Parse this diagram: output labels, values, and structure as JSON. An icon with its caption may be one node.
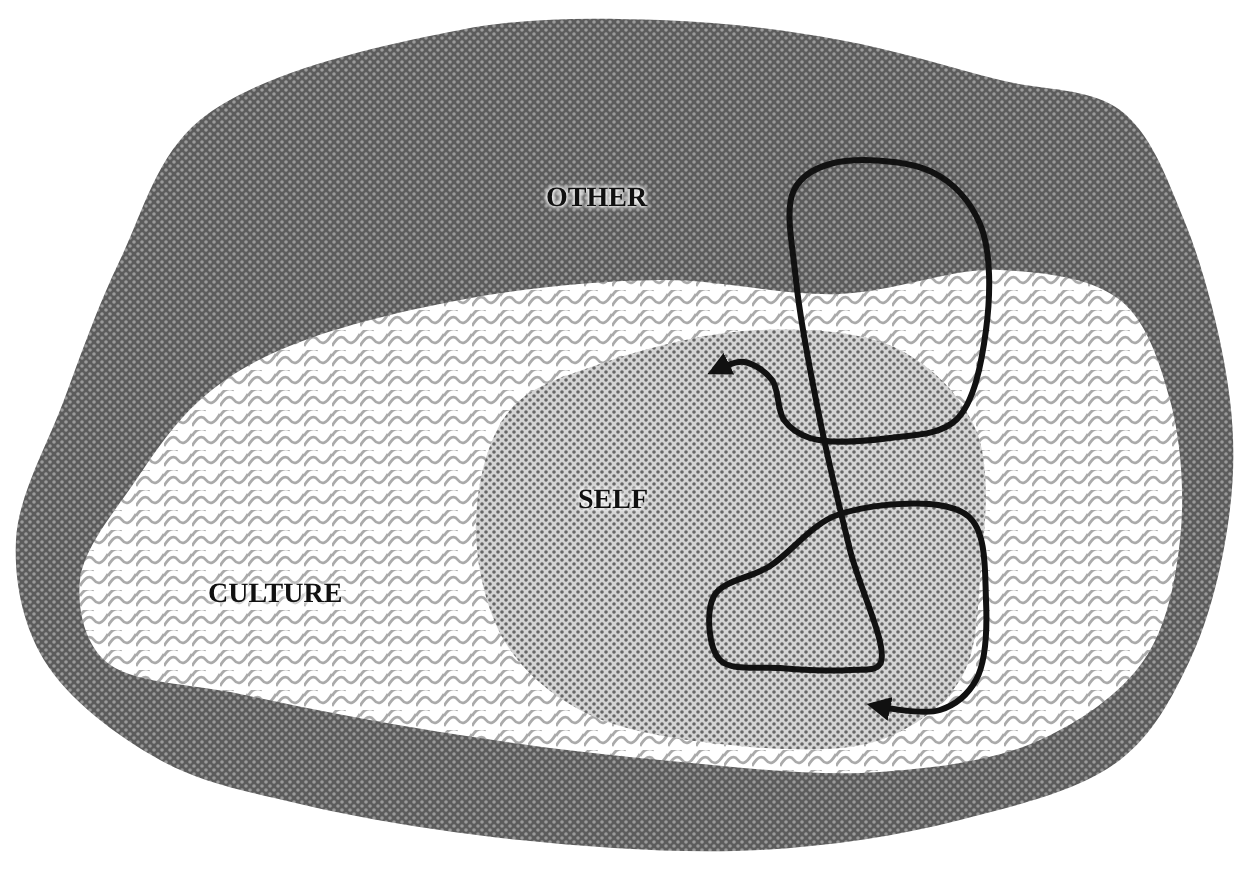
{
  "diagram": {
    "nodes": [
      {
        "text": [
          "OTHER"
        ]
      },
      {
        "text": [
          "CULTURE"
        ],
        "in": 0
      },
      {
        "text": [
          "SELF"
        ],
        "in": 1
      }
    ]
  }
}
